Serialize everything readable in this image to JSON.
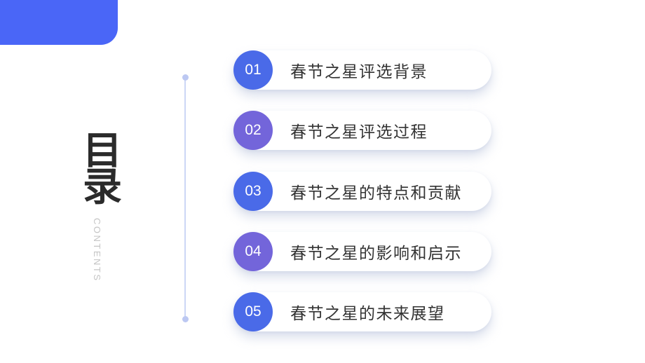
{
  "slide": {
    "background": "#ffffff",
    "corner_block_color": "#4a66f7"
  },
  "sidebar": {
    "title_char_1": "目",
    "title_char_2": "录",
    "subtitle": "CONTENTS",
    "title_color": "#2b2b2b",
    "subtitle_color": "#c5c5c5"
  },
  "timeline": {
    "line_color": "#ccd6f5",
    "dot_color": "#bcc8f2"
  },
  "toc": {
    "items": [
      {
        "number": "01",
        "label": "春节之星评选背景",
        "badge_color": "#4a6ae8"
      },
      {
        "number": "02",
        "label": "春节之星评选过程",
        "badge_color": "#7365da"
      },
      {
        "number": "03",
        "label": "春节之星的特点和贡献",
        "badge_color": "#4a6ae8"
      },
      {
        "number": "04",
        "label": "春节之星的影响和启示",
        "badge_color": "#7365da"
      },
      {
        "number": "05",
        "label": "春节之星的未来展望",
        "badge_color": "#4a6ae8"
      }
    ]
  }
}
